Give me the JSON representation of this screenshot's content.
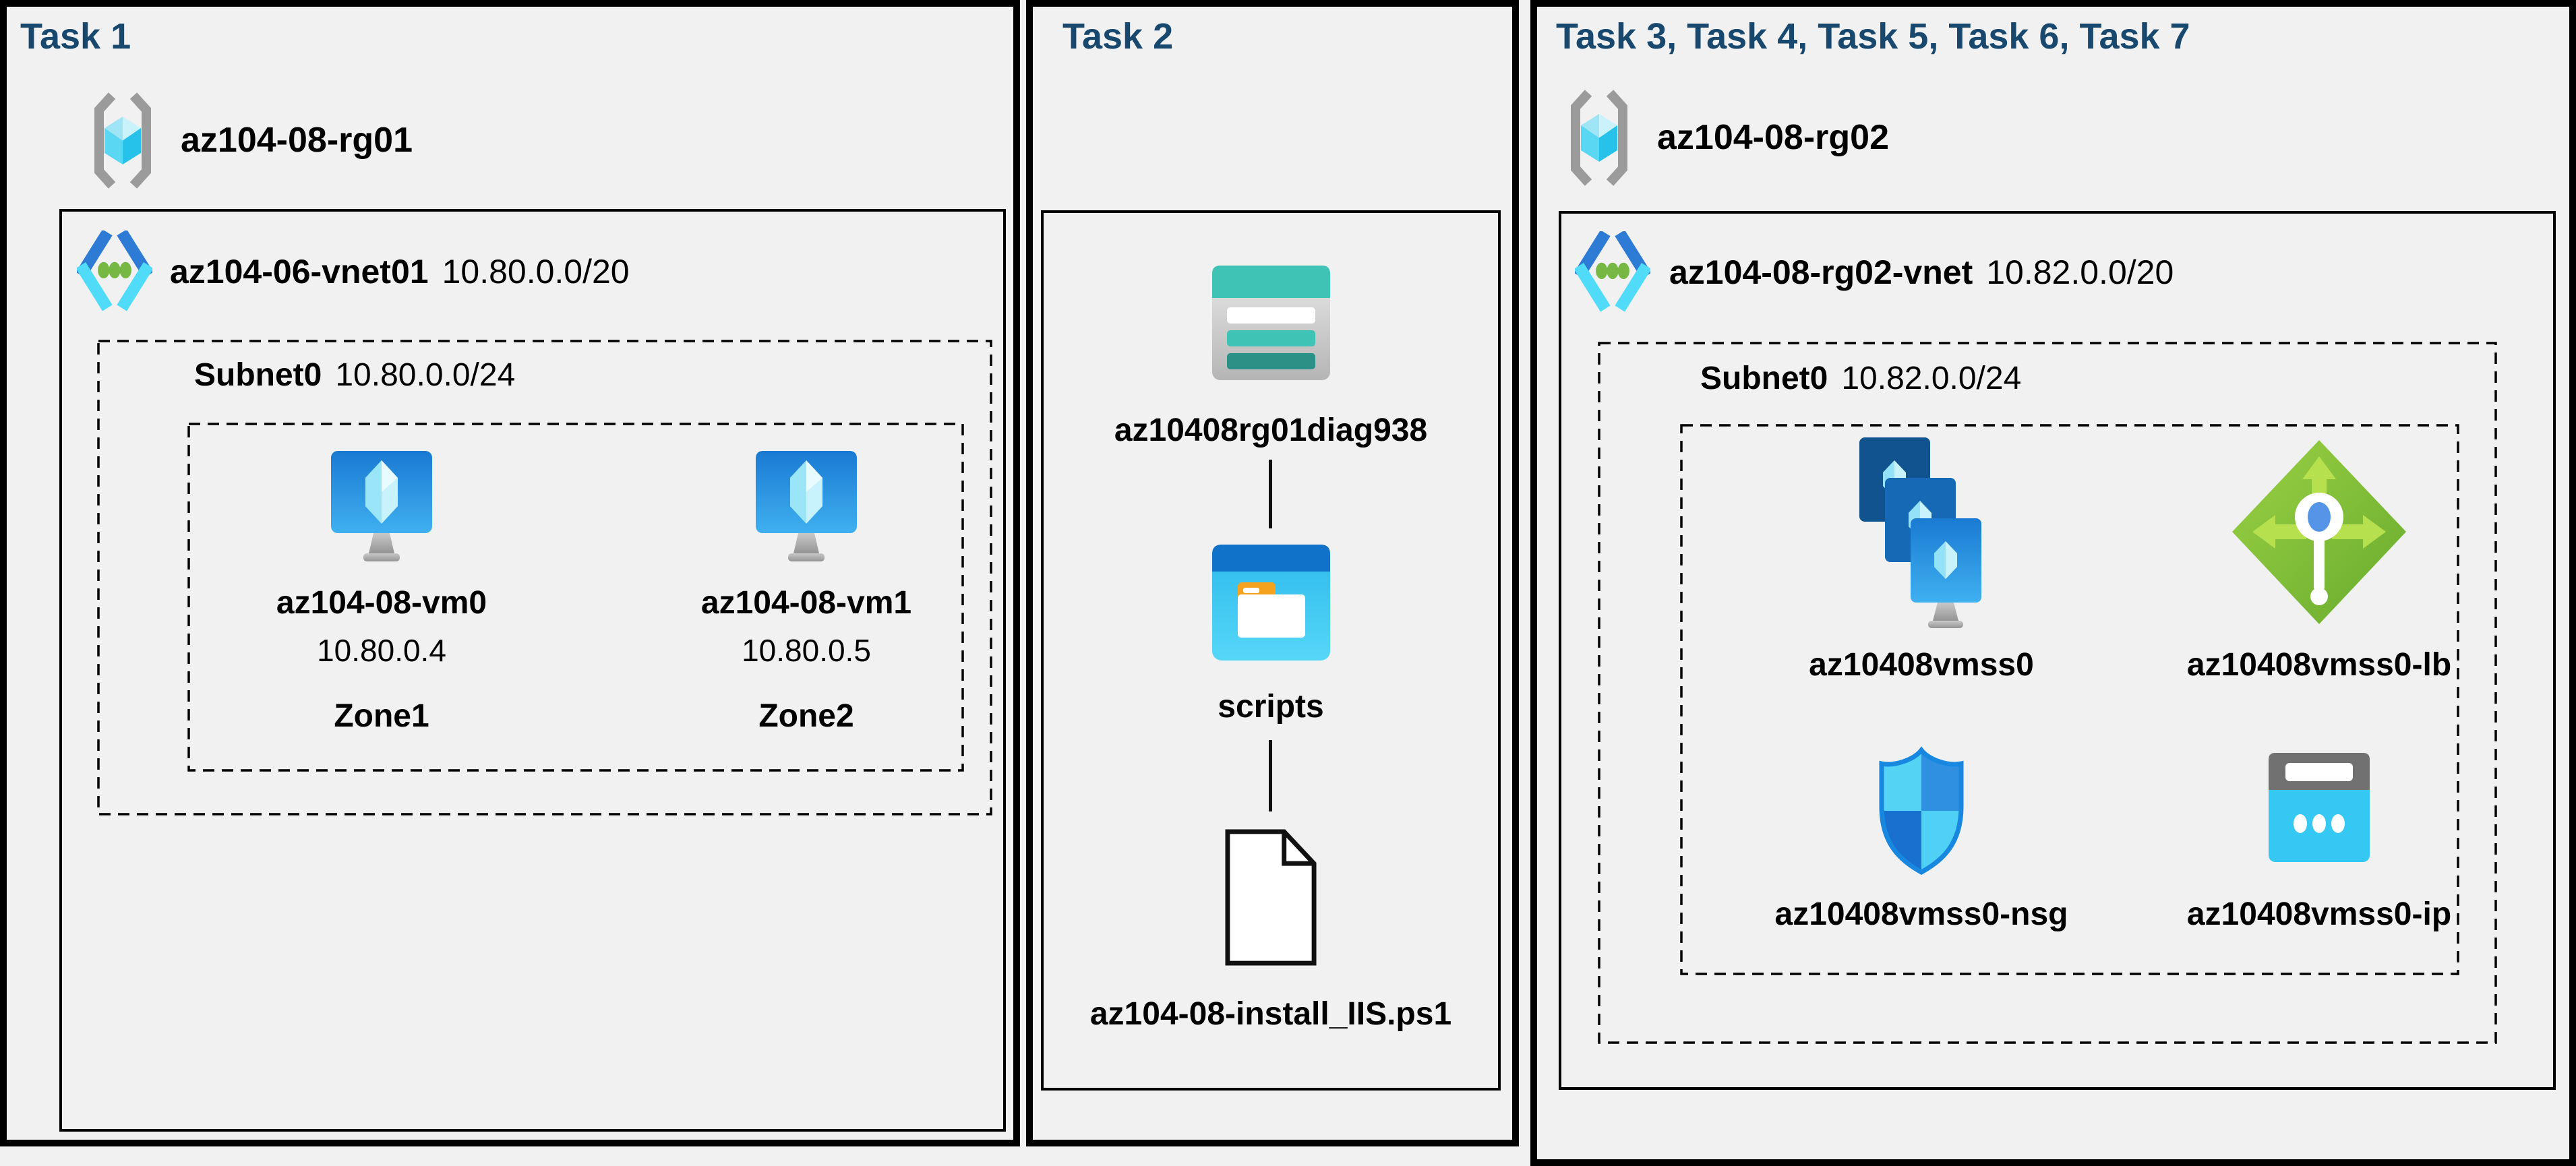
{
  "colors": {
    "title_navy": "#19486f",
    "panel_border": "#000000",
    "background": "#f1f1f2",
    "storage_teal": "#3fc3b4",
    "storage_teal_dark": "#2b9187",
    "container_blue": "#1172ca",
    "vm_blue": "#1f86d8",
    "cube_cyan": "#35c8f2",
    "lb_green": "#8cc63f",
    "bracket_gray": "#9b9b9b",
    "vnet_chevron_blue": "#2e7bd6",
    "vnet_chevron_cyan": "#50dcf8",
    "vnet_dot_green": "#76b843"
  },
  "panels": [
    {
      "title": "Task 1",
      "resource_group": "az104-08-rg01",
      "resource_group_icon": "resource-group",
      "vnet": {
        "name": "az104-06-vnet01",
        "cidr": "10.80.0.0/20",
        "icon": "virtual-network"
      },
      "subnet": {
        "name": "Subnet0",
        "cidr": "10.80.0.0/24"
      },
      "vms": [
        {
          "name": "az104-08-vm0",
          "ip": "10.80.0.4",
          "zone": "Zone1",
          "icon": "virtual-machine"
        },
        {
          "name": "az104-08-vm1",
          "ip": "10.80.0.5",
          "zone": "Zone2",
          "icon": "virtual-machine"
        }
      ]
    },
    {
      "title": "Task 2",
      "storage_account": {
        "name": "az10408rg01diag938",
        "icon": "storage-account"
      },
      "container": {
        "name": "scripts",
        "icon": "blob-container"
      },
      "script_file": {
        "name": "az104-08-install_IIS.ps1",
        "icon": "file-document"
      }
    },
    {
      "title": "Task 3, Task 4, Task 5, Task 6, Task 7",
      "resource_group": "az104-08-rg02",
      "resource_group_icon": "resource-group",
      "vnet": {
        "name": "az104-08-rg02-vnet",
        "cidr": "10.82.0.0/20",
        "icon": "virtual-network"
      },
      "subnet": {
        "name": "Subnet0",
        "cidr": "10.82.0.0/24"
      },
      "resources": [
        {
          "name": "az10408vmss0",
          "icon": "vm-scale-set"
        },
        {
          "name": "az10408vmss0-lb",
          "icon": "load-balancer"
        },
        {
          "name": "az10408vmss0-nsg",
          "icon": "network-security-group"
        },
        {
          "name": "az10408vmss0-ip",
          "icon": "public-ip"
        }
      ]
    }
  ]
}
